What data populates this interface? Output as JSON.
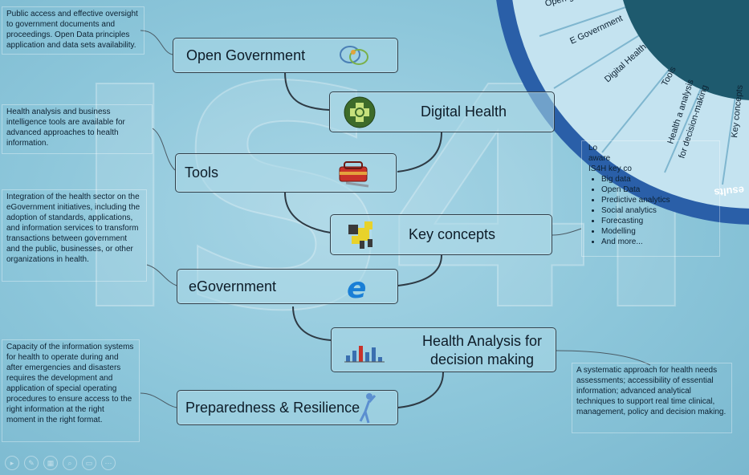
{
  "watermark": "IS4H",
  "wheel": {
    "segments": [
      "Open g",
      "E Government",
      "Digital Health",
      "Tools",
      "Health a analysis",
      "for decision-making",
      "Key concepts"
    ],
    "ring_text": "esults"
  },
  "nodes": {
    "open_government": "Open Government",
    "digital_health": "Digital Health",
    "tools": "Tools",
    "key_concepts": "Key concepts",
    "egovernment": "eGovernment",
    "health_analysis_line1": "Health Analysis for",
    "health_analysis_line2": "decision making",
    "preparedness": "Preparedness & Resilience"
  },
  "notes": {
    "open_government": "Public access and effective oversight to government documents and proceedings. Open Data principles application and data sets availability.",
    "digital_health": "Health analysis and business intelligence tools are available for advanced approaches to health information.",
    "egovernment": "Integration of the health sector on the eGovernment initiatives, including the adoption of standards, applications, and information services to transform transactions between government and the public, businesses, or other organizations in health.",
    "preparedness": "Capacity of the information systems for health to operate during and after emergencies and disasters requires the development and application of special operating procedures to ensure access to the right information at the right moment in the right format.",
    "health_analysis": "A systematic approach for health needs assessments; accessibility of essential information; advanced analytical techniques to support real time clinical, management, policy and decision making."
  },
  "key_concepts_note": {
    "intro_line1": "Lo",
    "intro_line2": "aware",
    "intro_line3": "IS4H key co",
    "items": [
      "Big data",
      "Open Data",
      "Predictive analytics",
      "Social analytics",
      "Forecasting",
      "Modelling",
      "And more..."
    ]
  },
  "colors": {
    "background": "#8cc6da",
    "wheel_ring": "#2a5fa8",
    "wheel_center": "#1e5a6e",
    "egov_icon": "#1a7fd6"
  },
  "icons": [
    "speech-bubbles-icon",
    "medical-cross-icon",
    "toolbox-icon",
    "puzzle-figure-icon",
    "e-logo-icon",
    "bar-chart-icon",
    "figure-icon"
  ]
}
